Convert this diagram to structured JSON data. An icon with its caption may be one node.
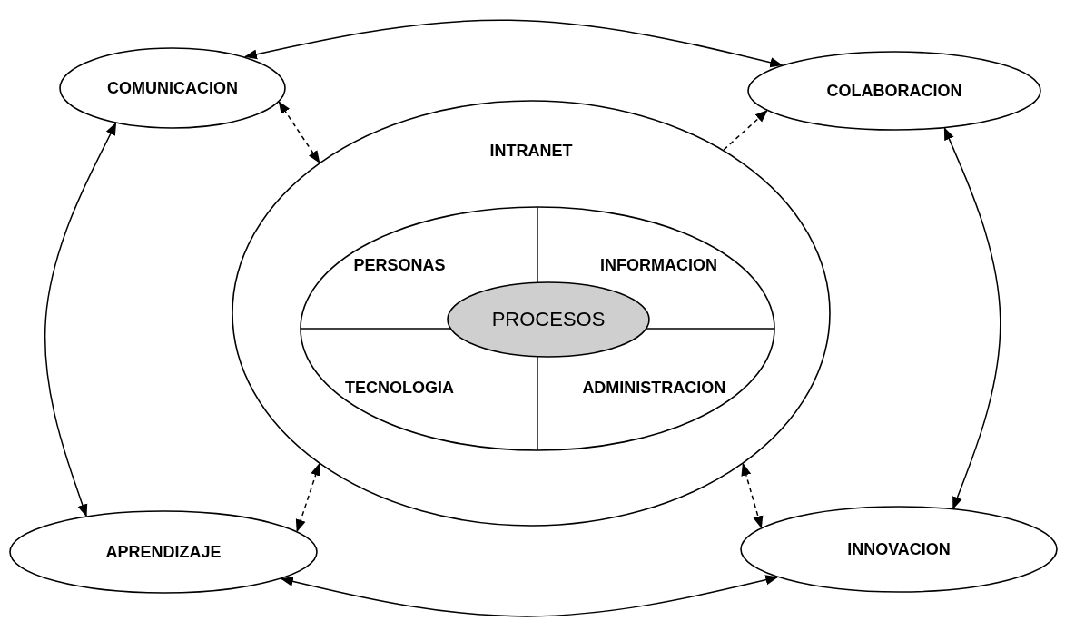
{
  "diagram": {
    "nodes": [
      {
        "text": [
          "COMUNICACION"
        ]
      },
      {
        "text": [
          "COLABORACION"
        ]
      },
      {
        "text": [
          "INTRANET"
        ]
      },
      {
        "text": [
          "PERSONAS",
          "INFORMACION",
          "TECNOLOGIA",
          "ADMINISTRACION"
        ],
        "in": 2
      },
      {
        "text": [
          "PROCESOS"
        ],
        "in": 3
      },
      {
        "text": [
          "APRENDIZAJE"
        ]
      },
      {
        "text": [
          "INNOVACION"
        ]
      }
    ],
    "edges": [
      {
        "from": 0,
        "to": 1,
        "arrow": "both"
      },
      {
        "from": 0,
        "to": 5,
        "arrow": "both"
      },
      {
        "from": 1,
        "to": 6,
        "arrow": "both"
      },
      {
        "from": 5,
        "to": 6,
        "arrow": "both"
      },
      {
        "from": 0,
        "to": 2,
        "arrow": "both",
        "style": "dashed"
      },
      {
        "from": 2,
        "to": 1,
        "arrow": "to",
        "style": "dashed"
      },
      {
        "from": 5,
        "to": 2,
        "arrow": "both",
        "style": "dashed"
      },
      {
        "from": 2,
        "to": 6,
        "arrow": "both",
        "style": "dashed"
      }
    ]
  }
}
